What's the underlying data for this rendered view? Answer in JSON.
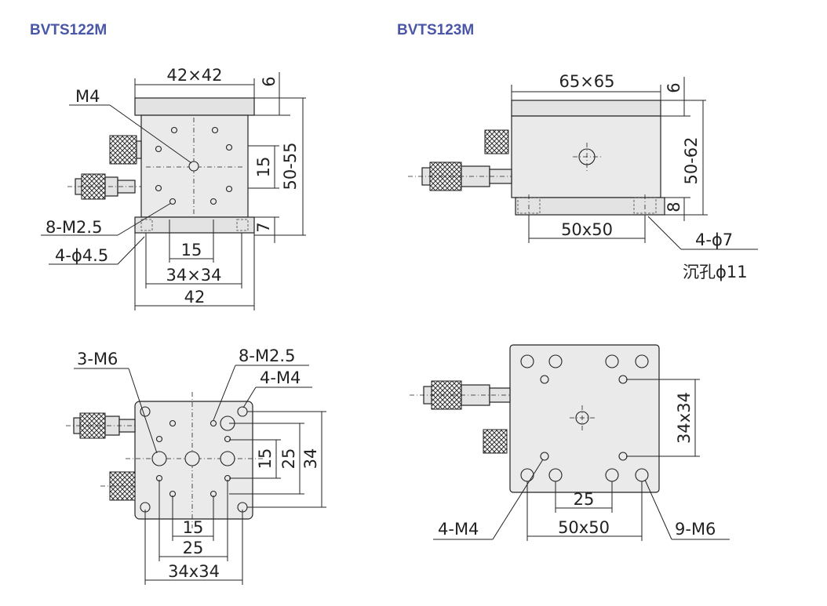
{
  "models": {
    "left": "BVTS122M",
    "right": "BVTS123M"
  },
  "left_side": {
    "top_width": "42×42",
    "top_thickness": "6",
    "height": "50-55",
    "base_thickness": "7",
    "hole_spacing": "15",
    "m4": "M4",
    "m25": "8-M2.5",
    "mount_holes": "4-ϕ4.5",
    "inner_spacing": "15",
    "pitch": "34×34",
    "base_width": "42"
  },
  "left_top": {
    "m6": "3-M6",
    "m25": "8-M2.5",
    "m4": "4-M4",
    "v15": "15",
    "v25": "25",
    "v34": "34",
    "h15": "15",
    "h25": "25",
    "h34": "34x34"
  },
  "right_side": {
    "top_width": "65×65",
    "top_thickness": "6",
    "height": "50-62",
    "base_thickness": "8",
    "pitch": "50x50",
    "holes": "4-ϕ7",
    "counterbore": "沉孔ϕ11"
  },
  "right_top": {
    "v34": "34x34",
    "m4": "4-M4",
    "h25": "25",
    "h50": "50x50",
    "m6": "9-M6"
  }
}
